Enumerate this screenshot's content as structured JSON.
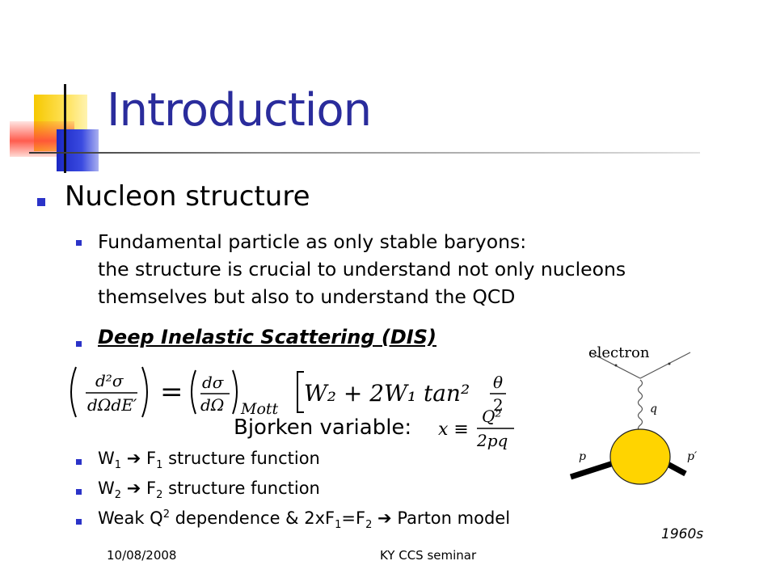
{
  "slide": {
    "title": "Introduction",
    "section_heading": "Nucleon structure",
    "intro_lines": [
      "Fundamental particle as only stable baryons:",
      "the structure is crucial to understand not only nucleons",
      "themselves but also to understand the QCD"
    ],
    "dis_heading": "Deep Inelastic Scattering (DIS)",
    "equation": {
      "lhs_numerator": "d²σ",
      "lhs_denominator": "dΩdE′",
      "equals": "=",
      "mott_numerator": "dσ",
      "mott_denominator": "dΩ",
      "mott_subscript": "Mott",
      "bracket_content": "W₂ + 2W₁ tan²",
      "theta_num": "θ",
      "theta_den": "2"
    },
    "bjorken_label": "Bjorken variable:",
    "bjorken_lhs": "x ≡",
    "bjorken_num": "Q²",
    "bjorken_den": "2pq",
    "structure_items": [
      {
        "w": "W",
        "w_sub": "1",
        "arrow": "➔",
        "f": "F",
        "f_sub": "1",
        "text": "structure function"
      },
      {
        "w": "W",
        "w_sub": "2",
        "arrow": "➔",
        "f": "F",
        "f_sub": "2",
        "text": "structure function"
      }
    ],
    "weak_q": {
      "part1": "Weak Q",
      "sup": "2",
      "part2": "dependence & 2xF",
      "sub1": "1",
      "part3": "=F",
      "sub2": "2",
      "arrow": "➔",
      "part4": "Parton model"
    },
    "diagram_labels": {
      "electron": "electron",
      "q": "q",
      "p": "p",
      "p_prime": "p′"
    },
    "year": "1960s",
    "footer_date": "10/08/2008",
    "footer_title": "KY CCS seminar"
  },
  "colors": {
    "title": "#2a2c9c",
    "bullet": "#2b33c8",
    "proton_blob": "#ffd400"
  }
}
